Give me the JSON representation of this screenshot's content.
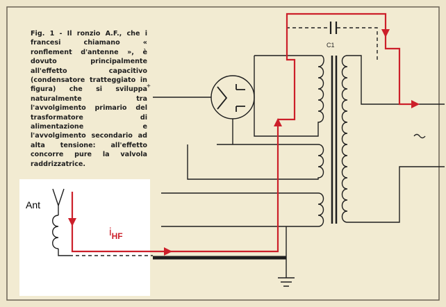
{
  "caption": "Fig. 1 - Il ronzio A.F., che i francesi chiamano « ronflement d'antenne », è dovuto principalmente all'effetto capacitivo (condensatore tratteggiato in figura) che si sviluppa naturalmente tra l'avvolgimento primario del trasformatore di alimentazione e l'avvolgimento secondario ad alta tensione: all'effetto concorre pure la valvola raddrizzatrice.",
  "labels": {
    "antenna": "Ant",
    "capacitor": "C1",
    "current_main": "i",
    "current_sub": "HF",
    "plus_terminal": "+",
    "ac_symbol": "~"
  },
  "colors": {
    "paper": "#f2ebd2",
    "ink": "#1e1e1e",
    "hf_path": "#cc1f2a",
    "inset": "#ffffff"
  }
}
